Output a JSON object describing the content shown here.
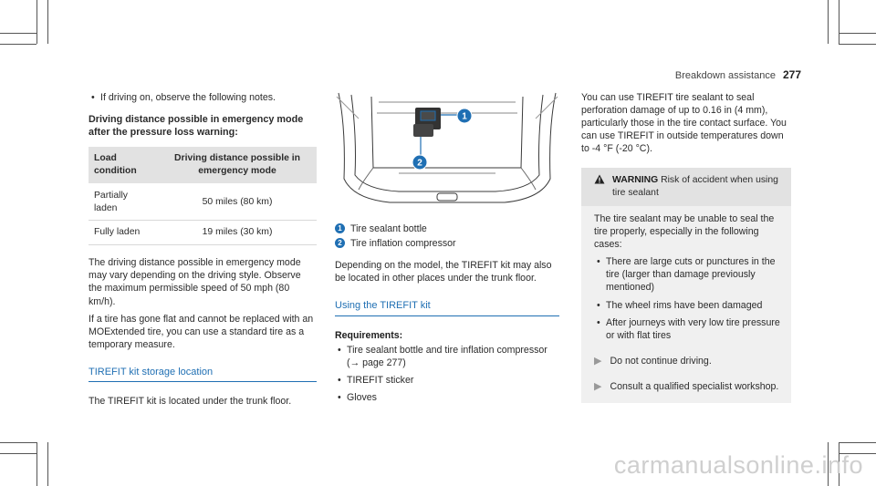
{
  "header": {
    "title": "Breakdown assistance",
    "page_number": "277"
  },
  "col1": {
    "intro_bullet": "If driving on, observe the following notes.",
    "table_heading": "Driving distance possible in emergency mode after the pressure loss warning:",
    "table": {
      "col1_header": "Load condition",
      "col2_header": "Driving distance possible in emergency mode",
      "rows": [
        {
          "condition": "Partially laden",
          "distance": "50 miles (80 km)"
        },
        {
          "condition": "Fully laden",
          "distance": "19 miles (30 km)"
        }
      ]
    },
    "para1": "The driving distance possible in emergency mode may vary depending on the driving style. Observe the maximum permissible speed of 50 mph (80 km/h).",
    "para2": "If a tire has gone flat and cannot be replaced with an MOExtended tire, you can use a standard tire as a temporary measure.",
    "section_title": "TIREFIT kit storage location",
    "section_text": "The TIREFIT kit is located under the trunk floor."
  },
  "col2": {
    "legend": [
      {
        "num": "1",
        "label": "Tire sealant bottle"
      },
      {
        "num": "2",
        "label": "Tire inflation compressor"
      }
    ],
    "para": "Depending on the model, the TIREFIT kit may also be located in other places under the trunk floor.",
    "section_title": "Using the TIREFIT kit",
    "requirements_label": "Requirements:",
    "requirements": [
      "Tire sealant bottle and tire inflation compressor (→ page 277)",
      "TIREFIT sticker",
      "Gloves"
    ]
  },
  "col3": {
    "intro": "You can use TIREFIT tire sealant to seal perforation damage of up to 0.16 in (4 mm), particularly those in the tire contact surface. You can use TIREFIT in outside temperatures down to -4 °F (-20 °C).",
    "warning_label": "WARNING",
    "warning_title": "Risk of accident when using tire sealant",
    "warning_text": "The tire sealant may be unable to seal the tire properly, especially in the following cases:",
    "warning_bullets": [
      "There are large cuts or punctures in the tire (larger than damage previously mentioned)",
      "The wheel rims have been damaged",
      "After journeys with very low tire pressure or with flat tires"
    ],
    "actions": [
      "Do not continue driving.",
      "Consult a qualified specialist workshop."
    ]
  },
  "watermark": "carmanualsonline.info"
}
